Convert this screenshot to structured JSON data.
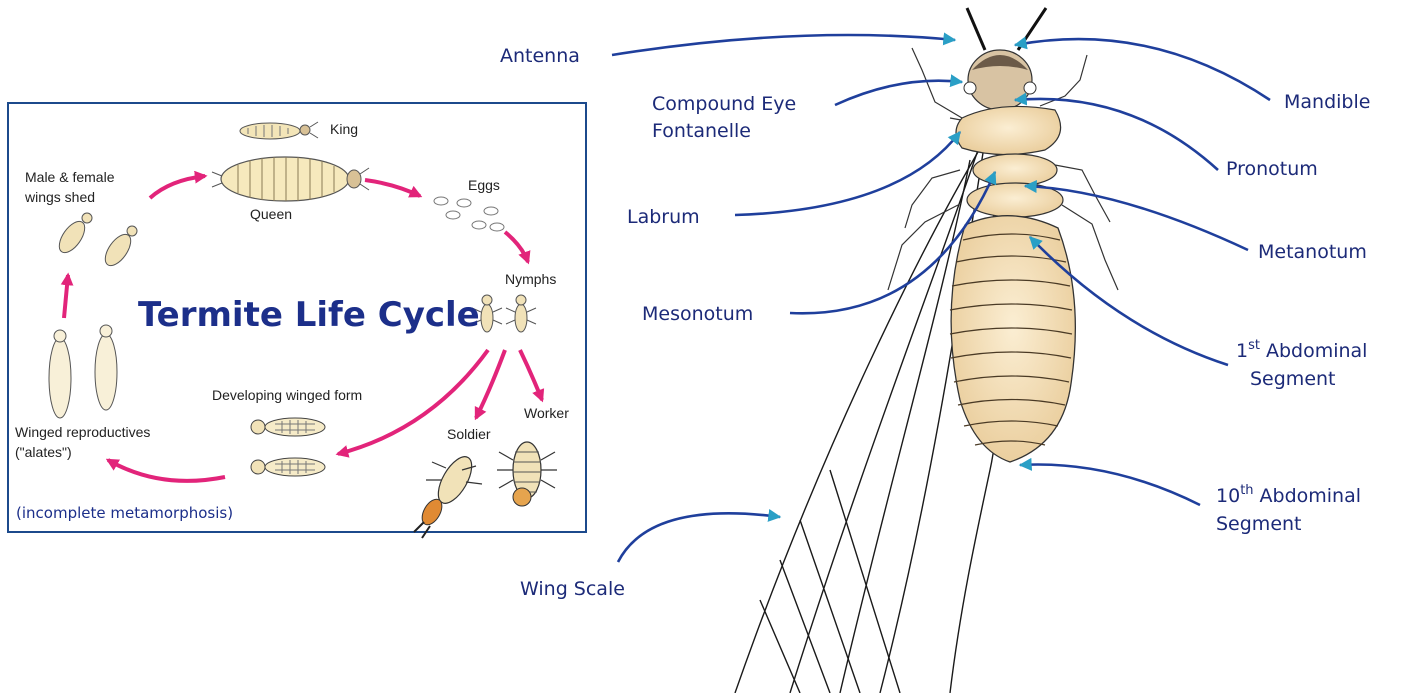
{
  "life_cycle": {
    "title": "Termite Life Cycle",
    "stages": {
      "king": "King",
      "queen": "Queen",
      "eggs": "Eggs",
      "nymphs": "Nymphs",
      "worker": "Worker",
      "soldier": "Soldier",
      "developing": "Developing winged form",
      "winged_line1": "Winged reproductives",
      "winged_line2": "(\"alates\")",
      "shed_line1": "Male & female",
      "shed_line2": "wings shed"
    },
    "footnote": "(incomplete metamorphosis)"
  },
  "anatomy": {
    "left_labels": {
      "antenna": "Antenna",
      "compound_eye": "Compound Eye",
      "fontanelle": "Fontanelle",
      "labrum": "Labrum",
      "mesonotum": "Mesonotum",
      "wing_scale": "Wing Scale"
    },
    "right_labels": {
      "mandible": "Mandible",
      "pronotum": "Pronotum",
      "metanotum": "Metanotum",
      "first_abd_num": "1",
      "first_abd_sup": "st",
      "first_abd_word": "Abdominal",
      "first_abd_line2": "Segment",
      "tenth_abd_num": "10",
      "tenth_abd_sup": "th",
      "tenth_abd_word": "Abdominal",
      "tenth_abd_line2": "Segment"
    }
  },
  "colors": {
    "label_text": "#1c2a78",
    "leader_line": "#1f3f9c",
    "arrow_tip": "#2a9fc6",
    "cycle_arrow": "#e2247a",
    "body_fill": "#f1dcb5",
    "head_fill": "#6b5a48"
  }
}
